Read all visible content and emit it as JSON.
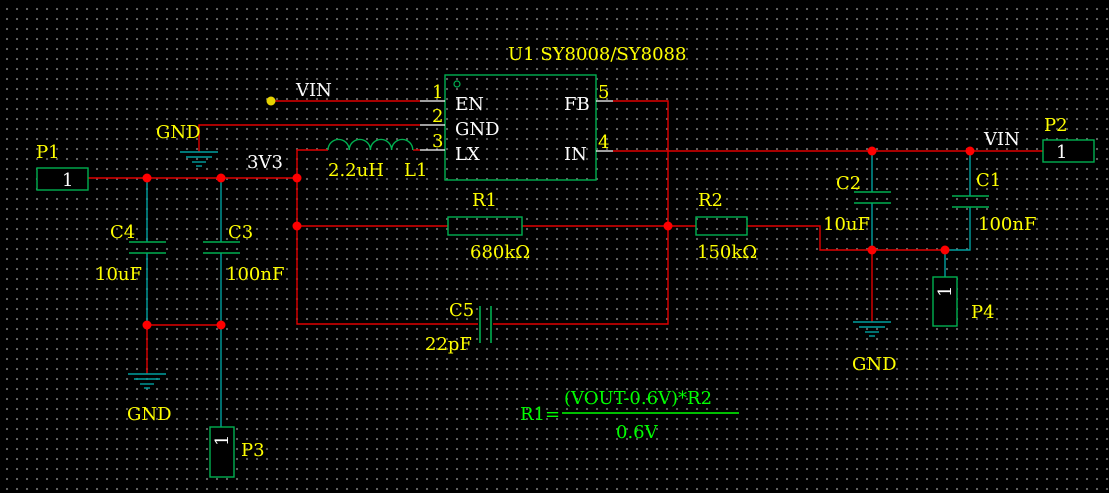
{
  "chip": {
    "designator": "U1 SY8008/SY8088",
    "pins": [
      {
        "num": "1",
        "name": "EN"
      },
      {
        "num": "2",
        "name": "GND"
      },
      {
        "num": "3",
        "name": "LX"
      },
      {
        "num": "5",
        "name": "FB"
      },
      {
        "num": "4",
        "name": "IN"
      }
    ]
  },
  "nets": {
    "vin_top": "VIN",
    "vin_right": "VIN",
    "out": "3V3",
    "gnd_top": "GND",
    "gnd_bottom_left": "GND",
    "gnd_bottom_right": "GND"
  },
  "inductor": {
    "ref": "L1",
    "value": "2.2uH"
  },
  "resistors": [
    {
      "ref": "R1",
      "value": "680kΩ"
    },
    {
      "ref": "R2",
      "value": "150kΩ"
    }
  ],
  "capacitors": [
    {
      "ref": "C1",
      "value": "100nF"
    },
    {
      "ref": "C2",
      "value": "10uF"
    },
    {
      "ref": "C3",
      "value": "100nF"
    },
    {
      "ref": "C4",
      "value": "10uF"
    },
    {
      "ref": "C5",
      "value": "22pF"
    }
  ],
  "connectors": [
    {
      "ref": "P1",
      "pin": "1"
    },
    {
      "ref": "P2",
      "pin": "1"
    },
    {
      "ref": "P3",
      "pin": "1"
    },
    {
      "ref": "P4",
      "pin": "1"
    }
  ],
  "formula": {
    "lhs": "R1=",
    "numerator": "(VOUT-0.6V)*R2",
    "denominator": "0.6V"
  },
  "colors": {
    "background": "#000000",
    "wire": "#e00000",
    "component": "#00b050",
    "label": "#ffff00",
    "pin_text": "#ffffff",
    "formula": "#00ff00"
  }
}
